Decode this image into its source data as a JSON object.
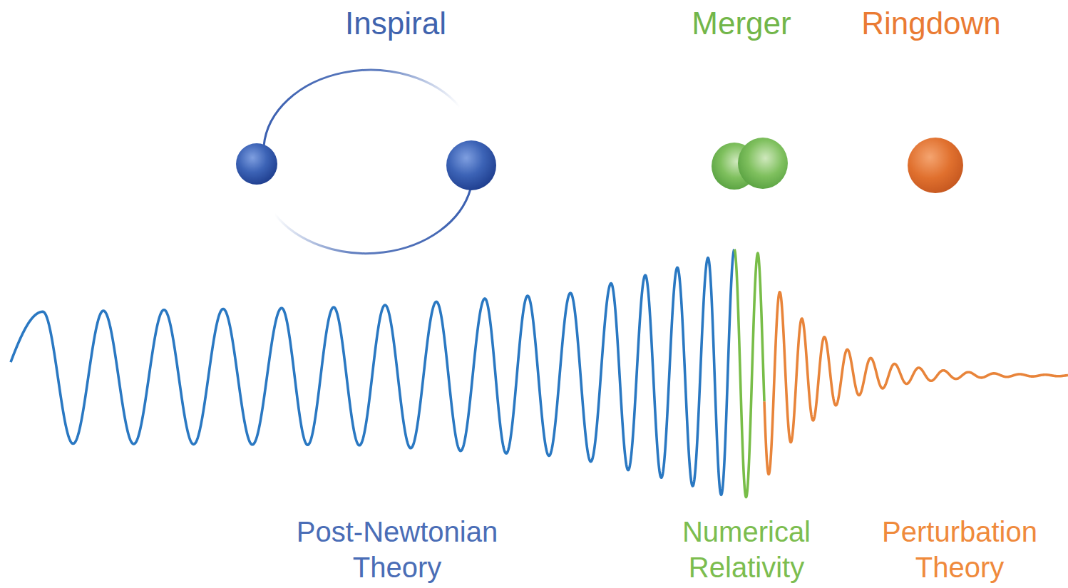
{
  "diagram": {
    "labels": [
      "Inspiral",
      "Merger",
      "Ringdown",
      "Post-Newtonian Theory",
      "Numerical Relativity",
      "Perturbation Theory"
    ]
  }
}
